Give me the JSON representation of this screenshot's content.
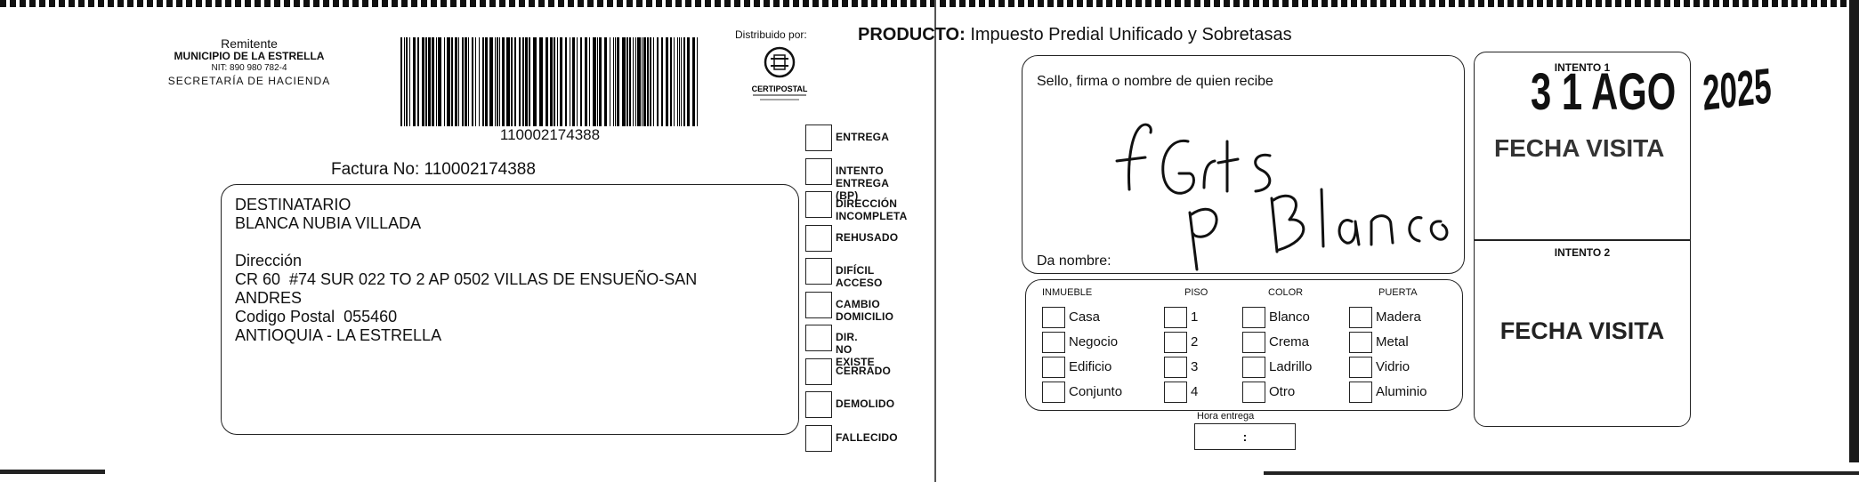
{
  "sender": {
    "label": "Remitente",
    "name": "MUNICIPIO DE LA ESTRELLA",
    "nit": "NIT: 890 980 782-4",
    "dept": "SECRETARÍA DE HACIENDA"
  },
  "barcode_number": "110002174388",
  "invoice": "Factura No: 110002174388",
  "recipient": {
    "label": "DESTINATARIO",
    "name": "BLANCA NUBIA VILLADA",
    "address_label": "Dirección",
    "address_line1": "CR 60  #74 SUR 022 TO 2 AP 0502 VILLAS DE ENSUEÑO-SAN",
    "address_line2": "ANDRES",
    "postal": "Codigo Postal  055460",
    "city": "ANTIOQUIA - LA ESTRELLA"
  },
  "distributor": {
    "label": "Distribuido por:",
    "logo_text": "CERTIPOSTAL"
  },
  "delivery_options": [
    "ENTREGA",
    "INTENTO ENTREGA (BP)",
    "DIRECCIÓN INCOMPLETA",
    "REHUSADO",
    "DIFÍCIL ACCESO",
    "CAMBIO DOMICILIO",
    "DIR. NO EXISTE",
    "CERRADO",
    "DEMOLIDO",
    "FALLECIDO"
  ],
  "product": {
    "label": "PRODUCTO:",
    "value": "Impuesto Predial Unificado y Sobretasas"
  },
  "signature_box": {
    "label": "Sello, firma o nombre de quien recibe",
    "name_label": "Da nombre:"
  },
  "property": {
    "headers": [
      "INMUEBLE",
      "PISO",
      "COLOR",
      "PUERTA"
    ],
    "inmueble": [
      "Casa",
      "Negocio",
      "Edificio",
      "Conjunto"
    ],
    "piso": [
      "1",
      "2",
      "3",
      "4"
    ],
    "color": [
      "Blanco",
      "Crema",
      "Ladrillo",
      "Otro"
    ],
    "puerta": [
      "Madera",
      "Metal",
      "Vidrio",
      "Aluminio"
    ]
  },
  "hora": {
    "label": "Hora entrega",
    "value": ":"
  },
  "intento1": {
    "label": "INTENTO 1",
    "fecha_label": "FECHA VISITA",
    "stamp": "3 1 AGO",
    "year": "2025"
  },
  "intento2": {
    "label": "INTENTO 2",
    "fecha_label": "FECHA VISITA"
  }
}
